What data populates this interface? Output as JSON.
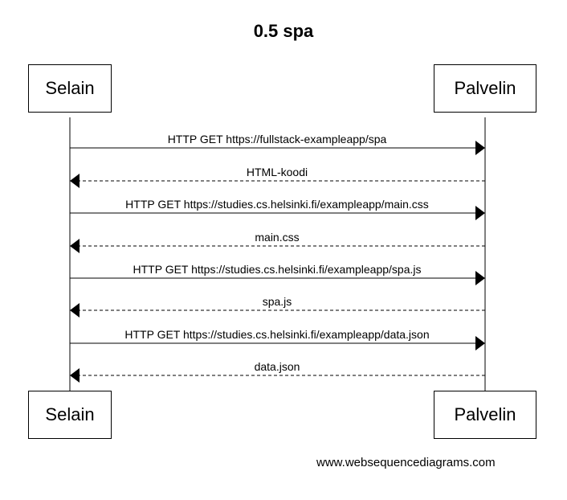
{
  "title": "0.5 spa",
  "participants": {
    "left": "Selain",
    "right": "Palvelin"
  },
  "messages": [
    {
      "text": "HTTP GET https://fullstack-exampleapp/spa",
      "direction": "right",
      "style": "solid"
    },
    {
      "text": "HTML-koodi",
      "direction": "left",
      "style": "dashed"
    },
    {
      "text": "HTTP GET https://studies.cs.helsinki.fi/exampleapp/main.css",
      "direction": "right",
      "style": "solid"
    },
    {
      "text": "main.css",
      "direction": "left",
      "style": "dashed"
    },
    {
      "text": "HTTP GET https://studies.cs.helsinki.fi/exampleapp/spa.js",
      "direction": "right",
      "style": "solid"
    },
    {
      "text": "spa.js",
      "direction": "left",
      "style": "dashed"
    },
    {
      "text": "HTTP GET https://studies.cs.helsinki.fi/exampleapp/data.json",
      "direction": "right",
      "style": "solid"
    },
    {
      "text": "data.json",
      "direction": "left",
      "style": "dashed"
    }
  ],
  "footer": "www.websequencediagrams.com"
}
